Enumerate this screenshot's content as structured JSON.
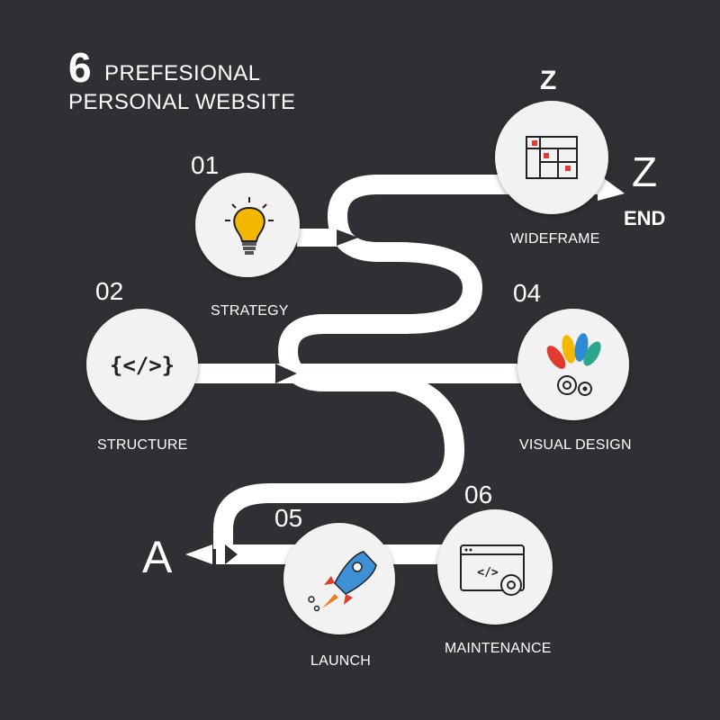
{
  "title": {
    "number": "6",
    "line1": "PREFESIONAL",
    "line2": "PERSONAL WEBSITE"
  },
  "start_marker": "A",
  "end_marker": {
    "letter": "Z",
    "label": "END",
    "top_letter": "Z"
  },
  "steps": [
    {
      "number": "01",
      "label": "STRATEGY",
      "icon": "lightbulb-icon"
    },
    {
      "number": "02",
      "label": "STRUCTURE",
      "icon": "code-brackets-icon"
    },
    {
      "number": "",
      "label": "WIDEFRAME",
      "icon": "wireframe-icon"
    },
    {
      "number": "04",
      "label": "VISUAL DESIGN",
      "icon": "color-palette-gears-icon"
    },
    {
      "number": "05",
      "label": "LAUNCH",
      "icon": "rocket-icon"
    },
    {
      "number": "06",
      "label": "MAINTENANCE",
      "icon": "browser-code-gear-icon"
    }
  ],
  "colors": {
    "background": "#2e3033",
    "path": "#ffffff",
    "circle": "#f2f2f2",
    "bulb": "#f5b800",
    "rocket": "#3d8fd6",
    "flame": "#f07b22",
    "accent_red": "#e23b2e"
  }
}
